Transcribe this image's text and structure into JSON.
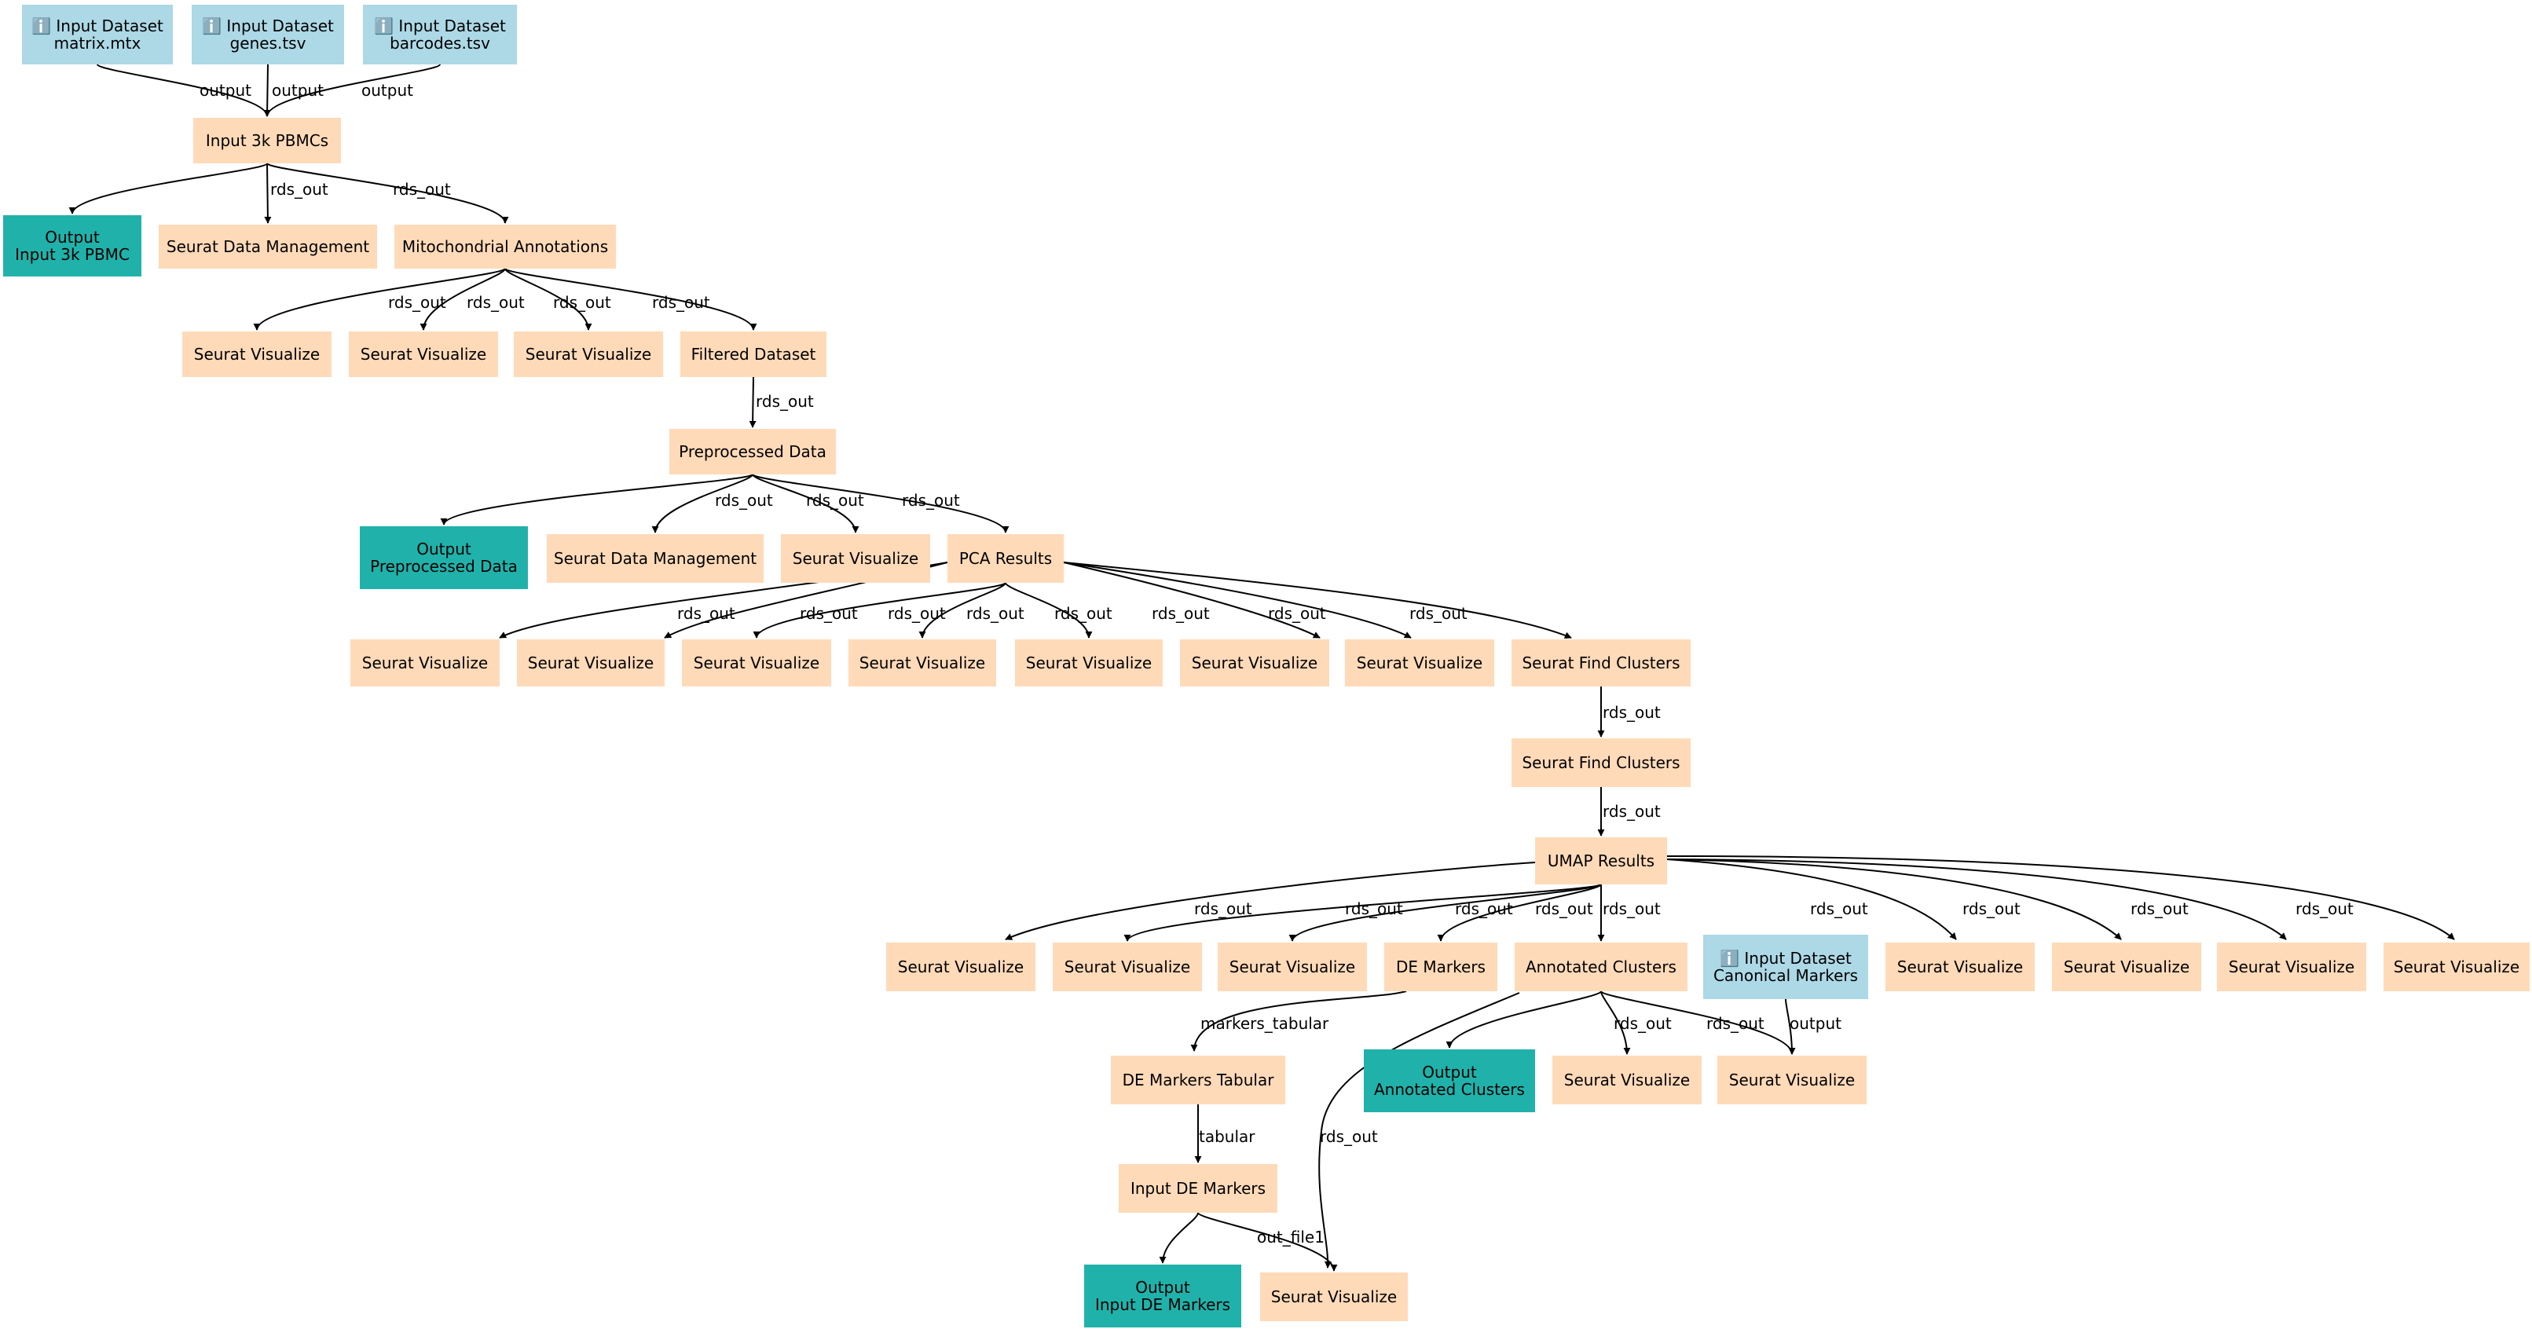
{
  "colors": {
    "input": "#add8e6",
    "step": "#ffdab9",
    "output": "#20b2aa",
    "edge": "#000000"
  },
  "nodes": [
    {
      "id": "in_matrix",
      "kind": "input",
      "lines": [
        "ℹ️ Input Dataset",
        "matrix.mtx"
      ]
    },
    {
      "id": "in_genes",
      "kind": "input",
      "lines": [
        "ℹ️ Input Dataset",
        "genes.tsv"
      ]
    },
    {
      "id": "in_barcodes",
      "kind": "input",
      "lines": [
        "ℹ️ Input Dataset",
        "barcodes.tsv"
      ]
    },
    {
      "id": "input_pbmc",
      "kind": "step",
      "lines": [
        "Input 3k PBMCs"
      ]
    },
    {
      "id": "out_pbmc",
      "kind": "output",
      "lines": [
        "Output",
        "Input 3k PBMC"
      ]
    },
    {
      "id": "sdm_1",
      "kind": "step",
      "lines": [
        "Seurat Data Management"
      ]
    },
    {
      "id": "mito",
      "kind": "step",
      "lines": [
        "Mitochondrial Annotations"
      ]
    },
    {
      "id": "sv_m1",
      "kind": "step",
      "lines": [
        "Seurat Visualize"
      ]
    },
    {
      "id": "sv_m2",
      "kind": "step",
      "lines": [
        "Seurat Visualize"
      ]
    },
    {
      "id": "sv_m3",
      "kind": "step",
      "lines": [
        "Seurat Visualize"
      ]
    },
    {
      "id": "filtered",
      "kind": "step",
      "lines": [
        "Filtered Dataset"
      ]
    },
    {
      "id": "preproc",
      "kind": "step",
      "lines": [
        "Preprocessed Data"
      ]
    },
    {
      "id": "out_preproc",
      "kind": "output",
      "lines": [
        "Output",
        "Preprocessed Data"
      ]
    },
    {
      "id": "sdm_2",
      "kind": "step",
      "lines": [
        "Seurat Data Management"
      ]
    },
    {
      "id": "sv_p1",
      "kind": "step",
      "lines": [
        "Seurat Visualize"
      ]
    },
    {
      "id": "pca",
      "kind": "step",
      "lines": [
        "PCA Results"
      ]
    },
    {
      "id": "sv_c1",
      "kind": "step",
      "lines": [
        "Seurat Visualize"
      ]
    },
    {
      "id": "sv_c2",
      "kind": "step",
      "lines": [
        "Seurat Visualize"
      ]
    },
    {
      "id": "sv_c3",
      "kind": "step",
      "lines": [
        "Seurat Visualize"
      ]
    },
    {
      "id": "sv_c4",
      "kind": "step",
      "lines": [
        "Seurat Visualize"
      ]
    },
    {
      "id": "sv_c5",
      "kind": "step",
      "lines": [
        "Seurat Visualize"
      ]
    },
    {
      "id": "sv_c6",
      "kind": "step",
      "lines": [
        "Seurat Visualize"
      ]
    },
    {
      "id": "sv_c7",
      "kind": "step",
      "lines": [
        "Seurat Visualize"
      ]
    },
    {
      "id": "sfc_1",
      "kind": "step",
      "lines": [
        "Seurat Find Clusters"
      ]
    },
    {
      "id": "sfc_2",
      "kind": "step",
      "lines": [
        "Seurat Find Clusters"
      ]
    },
    {
      "id": "umap",
      "kind": "step",
      "lines": [
        "UMAP Results"
      ]
    },
    {
      "id": "sv_u1",
      "kind": "step",
      "lines": [
        "Seurat Visualize"
      ]
    },
    {
      "id": "sv_u2",
      "kind": "step",
      "lines": [
        "Seurat Visualize"
      ]
    },
    {
      "id": "sv_u3",
      "kind": "step",
      "lines": [
        "Seurat Visualize"
      ]
    },
    {
      "id": "de_markers",
      "kind": "step",
      "lines": [
        "DE Markers"
      ]
    },
    {
      "id": "annot",
      "kind": "step",
      "lines": [
        "Annotated Clusters"
      ]
    },
    {
      "id": "in_canon",
      "kind": "input",
      "lines": [
        "ℹ️ Input Dataset",
        "Canonical Markers"
      ]
    },
    {
      "id": "sv_u4",
      "kind": "step",
      "lines": [
        "Seurat Visualize"
      ]
    },
    {
      "id": "sv_u5",
      "kind": "step",
      "lines": [
        "Seurat Visualize"
      ]
    },
    {
      "id": "sv_u6",
      "kind": "step",
      "lines": [
        "Seurat Visualize"
      ]
    },
    {
      "id": "sv_u7",
      "kind": "step",
      "lines": [
        "Seurat Visualize"
      ]
    },
    {
      "id": "de_tab",
      "kind": "step",
      "lines": [
        "DE Markers Tabular"
      ]
    },
    {
      "id": "out_annot",
      "kind": "output",
      "lines": [
        "Output",
        "Annotated Clusters"
      ]
    },
    {
      "id": "sv_a1",
      "kind": "step",
      "lines": [
        "Seurat Visualize"
      ]
    },
    {
      "id": "sv_a2",
      "kind": "step",
      "lines": [
        "Seurat Visualize"
      ]
    },
    {
      "id": "in_de",
      "kind": "step",
      "lines": [
        "Input DE Markers"
      ]
    },
    {
      "id": "out_de",
      "kind": "output",
      "lines": [
        "Output",
        "Input DE Markers"
      ]
    },
    {
      "id": "sv_final",
      "kind": "step",
      "lines": [
        "Seurat Visualize"
      ]
    }
  ],
  "edges": [
    {
      "from": "in_matrix",
      "to": "input_pbmc",
      "label": "output"
    },
    {
      "from": "in_genes",
      "to": "input_pbmc",
      "label": "output"
    },
    {
      "from": "in_barcodes",
      "to": "input_pbmc",
      "label": "output"
    },
    {
      "from": "input_pbmc",
      "to": "out_pbmc",
      "label": ""
    },
    {
      "from": "input_pbmc",
      "to": "sdm_1",
      "label": "rds_out"
    },
    {
      "from": "input_pbmc",
      "to": "mito",
      "label": "rds_out"
    },
    {
      "from": "mito",
      "to": "sv_m1",
      "label": "rds_out"
    },
    {
      "from": "mito",
      "to": "sv_m2",
      "label": "rds_out"
    },
    {
      "from": "mito",
      "to": "sv_m3",
      "label": "rds_out"
    },
    {
      "from": "mito",
      "to": "filtered",
      "label": "rds_out"
    },
    {
      "from": "filtered",
      "to": "preproc",
      "label": "rds_out"
    },
    {
      "from": "preproc",
      "to": "out_preproc",
      "label": ""
    },
    {
      "from": "preproc",
      "to": "sdm_2",
      "label": "rds_out"
    },
    {
      "from": "preproc",
      "to": "sv_p1",
      "label": "rds_out"
    },
    {
      "from": "preproc",
      "to": "pca",
      "label": "rds_out"
    },
    {
      "from": "pca",
      "to": "sv_c1",
      "label": "rds_out"
    },
    {
      "from": "pca",
      "to": "sv_c2",
      "label": "rds_out"
    },
    {
      "from": "pca",
      "to": "sv_c3",
      "label": "rds_out"
    },
    {
      "from": "pca",
      "to": "sv_c4",
      "label": "rds_out"
    },
    {
      "from": "pca",
      "to": "sv_c5",
      "label": "rds_out"
    },
    {
      "from": "pca",
      "to": "sv_c6",
      "label": "rds_out"
    },
    {
      "from": "pca",
      "to": "sv_c7",
      "label": "rds_out"
    },
    {
      "from": "pca",
      "to": "sfc_1",
      "label": "rds_out"
    },
    {
      "from": "sfc_1",
      "to": "sfc_2",
      "label": "rds_out"
    },
    {
      "from": "sfc_2",
      "to": "umap",
      "label": "rds_out"
    },
    {
      "from": "umap",
      "to": "sv_u1",
      "label": "rds_out"
    },
    {
      "from": "umap",
      "to": "sv_u2",
      "label": "rds_out"
    },
    {
      "from": "umap",
      "to": "sv_u3",
      "label": "rds_out"
    },
    {
      "from": "umap",
      "to": "de_markers",
      "label": "rds_out"
    },
    {
      "from": "umap",
      "to": "annot",
      "label": "rds_out"
    },
    {
      "from": "umap",
      "to": "sv_u4",
      "label": "rds_out"
    },
    {
      "from": "umap",
      "to": "sv_u5",
      "label": "rds_out"
    },
    {
      "from": "umap",
      "to": "sv_u6",
      "label": "rds_out"
    },
    {
      "from": "umap",
      "to": "sv_u7",
      "label": "rds_out"
    },
    {
      "from": "de_markers",
      "to": "de_tab",
      "label": "markers_tabular"
    },
    {
      "from": "annot",
      "to": "out_annot",
      "label": ""
    },
    {
      "from": "annot",
      "to": "sv_a1",
      "label": "rds_out"
    },
    {
      "from": "annot",
      "to": "sv_a2",
      "label": "rds_out"
    },
    {
      "from": "in_canon",
      "to": "sv_a2",
      "label": "output"
    },
    {
      "from": "annot",
      "to": "sv_final",
      "label": "rds_out"
    },
    {
      "from": "de_tab",
      "to": "in_de",
      "label": "tabular"
    },
    {
      "from": "in_de",
      "to": "out_de",
      "label": ""
    },
    {
      "from": "in_de",
      "to": "sv_final",
      "label": "out_file1"
    }
  ]
}
